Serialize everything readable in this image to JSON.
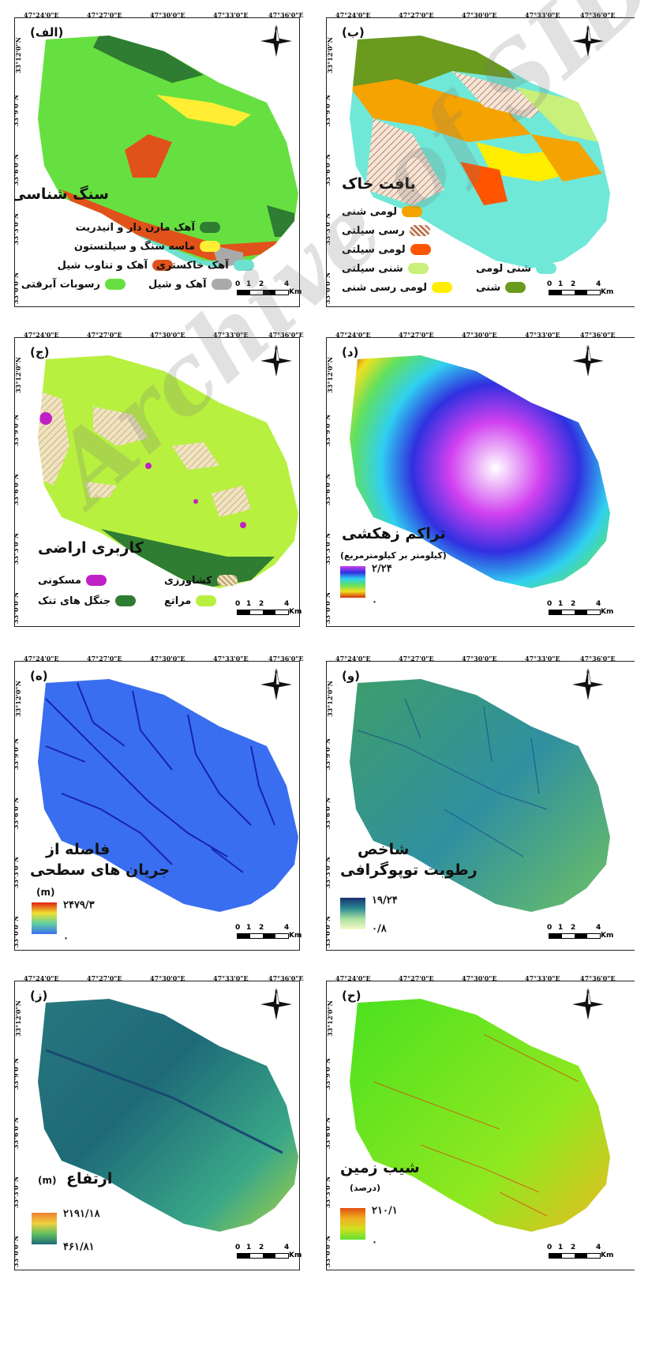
{
  "ticks": {
    "lon": [
      "47°24'0\"E",
      "47°27'0\"E",
      "47°30'0\"E",
      "47°33'0\"E",
      "47°36'0\"E"
    ],
    "lat": [
      "33°12'0\"N",
      "33°9'0\"N",
      "33°6'0\"N",
      "33°3'0\"N",
      "33°0'0\"N"
    ]
  },
  "scale": {
    "labels": [
      "0",
      "1",
      "2",
      "4"
    ],
    "unit": "Km"
  },
  "panels": {
    "geology": {
      "letter": "(الف)",
      "title": "سنگ شناسی",
      "legend": [
        {
          "label": "آهک مارن دار و انیدریت",
          "color": "#2e7d32"
        },
        {
          "label": "ماسه سنگ و سیلتستون",
          "color": "#ffee33"
        },
        {
          "label": "آهک و تناوب شیل",
          "color": "#e0521a"
        },
        {
          "label": "رسوبات آبرفتی",
          "color": "#66e040"
        },
        {
          "label": "آهک خاکستری",
          "color": "#6ee0d0"
        },
        {
          "label": "آهک و شیل",
          "color": "#a9a9a9"
        }
      ]
    },
    "soil": {
      "letter": "(ب)",
      "title": "بافت خاک",
      "legend": [
        {
          "label": "لومی شنی",
          "color": "#f5a300"
        },
        {
          "label": "رسی سیلتی",
          "color": "#e8c8c0"
        },
        {
          "label": "لومی سیلتی",
          "color": "#ff5500"
        },
        {
          "label": "شنی سیلتی",
          "color": "#c8f07a"
        },
        {
          "label": "لومی رسی شنی",
          "color": "#ffee00"
        },
        {
          "label": "شنی لومی",
          "color": "#70e8d8"
        },
        {
          "label": "شنی",
          "color": "#6a9a1e"
        }
      ]
    },
    "landuse": {
      "letter": "(ج)",
      "title": "کاربری اراضی",
      "legend": [
        {
          "label": "مسکونی",
          "color": "#c020c8"
        },
        {
          "label": "جنگل های تنک",
          "color": "#2e7d32"
        },
        {
          "label": "کشاورزی",
          "color": "#e8d8b0"
        },
        {
          "label": "مراتع",
          "color": "#b8f040"
        }
      ]
    },
    "drainage": {
      "letter": "(د)",
      "title": "تراکم زهکشی",
      "subtitle": "(کیلومتر بر کیلومترمربع)",
      "max": "۲/۲۴",
      "min": "۰"
    },
    "distance": {
      "letter": "(ه)",
      "title_line1": "فاصله از",
      "title_line2": "جریان های سطحی",
      "unit": "(m)",
      "max": "۲۴۷۹/۳",
      "min": "۰"
    },
    "twi": {
      "letter": "(و)",
      "title_line1": "شاخص",
      "title_line2": "رطوبت توپوگرافی",
      "max": "۱۹/۲۴",
      "min": "۰/۸"
    },
    "elevation": {
      "letter": "(ز)",
      "title": "ارتفاع",
      "unit": "(m)",
      "max": "۲۱۹۱/۱۸",
      "min": "۴۶۱/۸۱"
    },
    "slope": {
      "letter": "(ح)",
      "title": "شیب زمین",
      "subtitle": "(درصد)",
      "max": "۲۱۰/۱",
      "min": "۰"
    }
  },
  "watermark": "Archive of SID"
}
